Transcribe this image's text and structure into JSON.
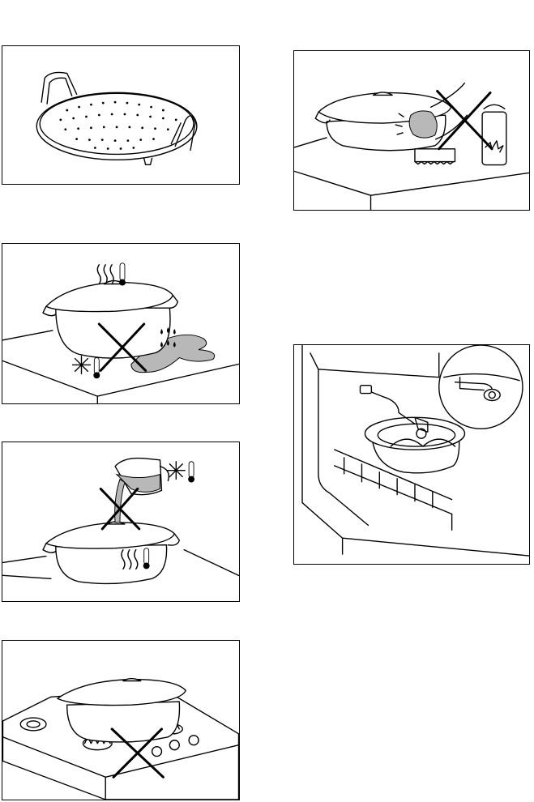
{
  "figures": [
    {
      "id": "tray",
      "icon": "steamer-tray-icon"
    },
    {
      "id": "cleaning",
      "icon": "no-abrasive-cleaning-icon"
    },
    {
      "id": "thermal-shock",
      "icon": "no-hot-dish-on-cold-wet-surface-icon"
    },
    {
      "id": "pouring",
      "icon": "no-cold-liquid-into-hot-dish-icon"
    },
    {
      "id": "gas-hob",
      "icon": "no-use-on-gas-hob-icon"
    },
    {
      "id": "oven",
      "icon": "dish-in-oven-with-steam-connector-icon"
    }
  ],
  "colors": {
    "line": "#000000",
    "background": "#ffffff",
    "shade": "#b8b8b8"
  }
}
